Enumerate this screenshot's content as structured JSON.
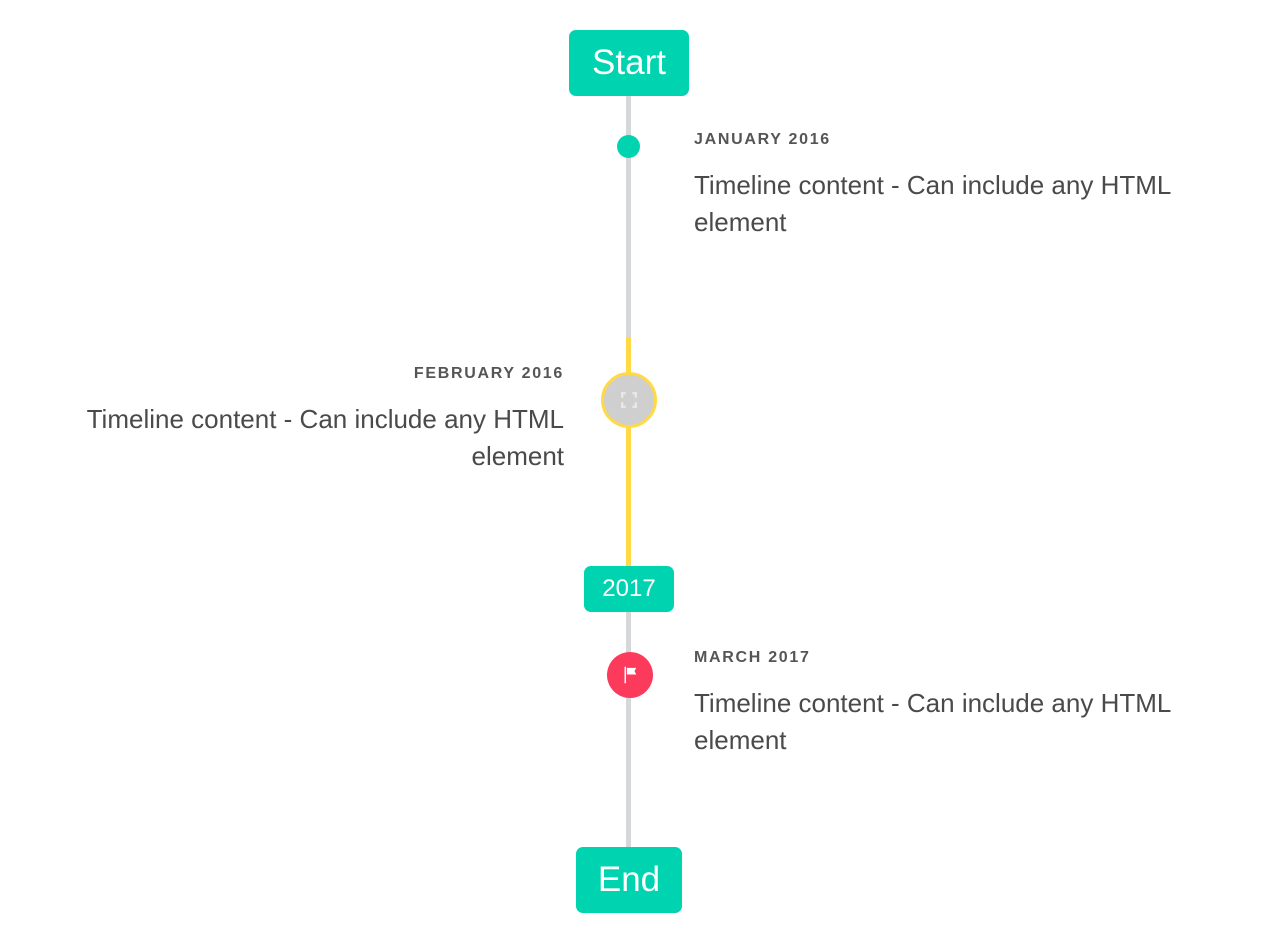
{
  "timeline": {
    "start_label": "Start",
    "mid_label": "2017",
    "end_label": "End",
    "colors": {
      "accent_teal": "#00d3b0",
      "line_gray": "#d5d7d8",
      "line_yellow": "#ffda44",
      "marker_pink": "#fc3a5c",
      "marker_gray": "#cfcfcf",
      "date_text": "#555555",
      "body_text": "#4a4a4a"
    },
    "entries": [
      {
        "date": "January 2016",
        "body": "Timeline content - Can include any HTML element",
        "side": "right",
        "marker": "dot-icon"
      },
      {
        "date": "February 2016",
        "body": "Timeline content - Can include any HTML element",
        "side": "left",
        "marker": "broken-image-icon"
      },
      {
        "date": "March 2017",
        "body": "Timeline content - Can include any HTML element",
        "side": "right",
        "marker": "flag-icon"
      }
    ]
  }
}
